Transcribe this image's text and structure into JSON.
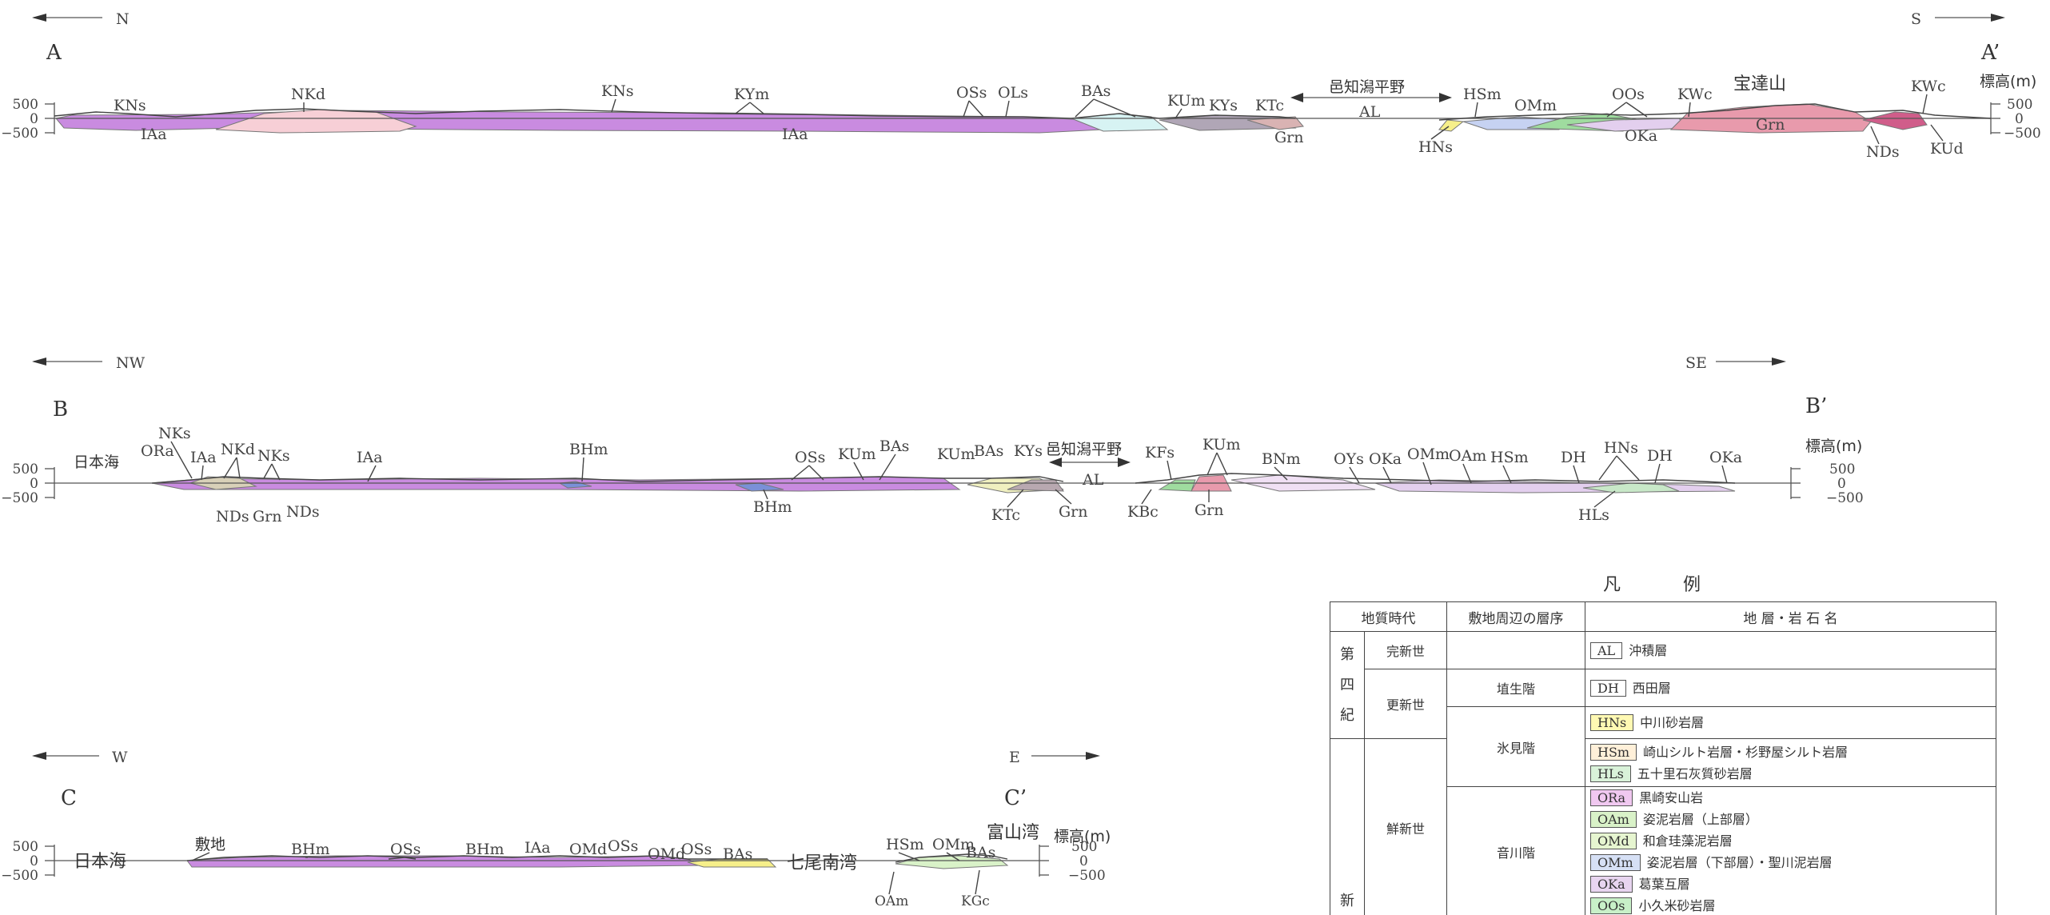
{
  "sections": [
    {
      "id": "A",
      "start": "A",
      "end": "A’",
      "dir_left": "N",
      "dir_right": "S",
      "elev_label": "標高(m)",
      "elev_ticks": [
        "500",
        "0",
        "−500"
      ],
      "plain_label": "邑知潟平野",
      "labels": [
        "KNs",
        "NKd",
        "KNs",
        "KYm",
        "OSs",
        "OLs",
        "BAs",
        "KUm",
        "KYs",
        "KTc",
        "HSm",
        "OMm",
        "OOs",
        "KWc",
        "宝達山",
        "KWc",
        "IAa",
        "IAa",
        "AL",
        "Grn",
        "HNs",
        "OKa",
        "Grn",
        "NDs",
        "KUd"
      ]
    },
    {
      "id": "B",
      "start": "B",
      "end": "B’",
      "dir_left": "NW",
      "dir_right": "SE",
      "elev_label": "標高(m)",
      "elev_ticks": [
        "500",
        "0",
        "−500"
      ],
      "plain_label": "邑知潟平野",
      "sea_label": "日本海",
      "labels": [
        "NKs",
        "ORa",
        "IAa",
        "NKd",
        "NKs",
        "IAa",
        "BHm",
        "OSs",
        "KUm",
        "BAs",
        "KUm",
        "BAs",
        "KYs",
        "KFs",
        "KUm",
        "BNm",
        "OYs",
        "OKa",
        "OMm",
        "OAm",
        "HSm",
        "DH",
        "HNs",
        "DH",
        "OKa",
        "NDs",
        "Grn",
        "NDs",
        "BHm",
        "KTc",
        "Grn",
        "AL",
        "KBc",
        "Grn",
        "HLs"
      ]
    },
    {
      "id": "C",
      "start": "C",
      "end": "C’",
      "dir_left": "W",
      "dir_right": "E",
      "elev_label": "標高(m)",
      "elev_ticks": [
        "500",
        "0",
        "−500"
      ],
      "sea_label": "日本海",
      "site_label": "敷地",
      "bay_label": "七尾南湾",
      "bay2_label": "富山湾",
      "labels": [
        "BHm",
        "OSs",
        "BHm",
        "IAa",
        "OMd",
        "OSs",
        "OMd",
        "OSs",
        "BAs",
        "HSm",
        "OMm",
        "BAs",
        "OAm",
        "KGc"
      ]
    }
  ],
  "legend": {
    "title": "凡　例",
    "headers": [
      "地質時代",
      "敷地周辺の層序",
      "地 層・岩 石 名"
    ],
    "eras": [
      "第四紀",
      "新"
    ],
    "epochs": [
      "完新世",
      "更新世",
      "鮮新世"
    ],
    "stages": [
      "埴生階",
      "氷見階",
      "音川階"
    ],
    "entries": [
      {
        "code": "AL",
        "name": "沖積層",
        "color": "#ffffff"
      },
      {
        "code": "DH",
        "name": "西田層",
        "color": "#ffffff"
      },
      {
        "code": "HNs",
        "name": "中川砂岩層",
        "color": "#fff9b3"
      },
      {
        "code": "HSm",
        "name": "崎山シルト岩層・杉野屋シルト岩層",
        "color": "#fff0d9"
      },
      {
        "code": "HLs",
        "name": "五十里石灰質砂岩層",
        "color": "#d9f2d9"
      },
      {
        "code": "ORa",
        "name": "黒崎安山岩",
        "color": "#f0c8f0"
      },
      {
        "code": "OAm",
        "name": "姿泥岩層（上部層）",
        "color": "#d9f2c8"
      },
      {
        "code": "OMd",
        "name": "和倉珪藻泥岩層",
        "color": "#e6f5d0"
      },
      {
        "code": "OMm",
        "name": "姿泥岩層（下部層）・聖川泥岩層",
        "color": "#d6e0f5"
      },
      {
        "code": "OKa",
        "name": "葛葉互層",
        "color": "#e8d5f0"
      },
      {
        "code": "OOs",
        "name": "小久米砂岩層",
        "color": "#c8f0c8"
      }
    ]
  },
  "colors": {
    "IAa": "#c98be0",
    "NKd": "#f7cfd6",
    "Grn": "#e89aac",
    "BAs": "#d7f3f3",
    "KYs": "#b0a6b6",
    "OKa": "#e3cfee",
    "BHm": "#7a90d8",
    "OMm": "#c6d2f2",
    "OOs": "#9fdc9f",
    "HNs": "#f6ef8a",
    "line": "#444444"
  }
}
